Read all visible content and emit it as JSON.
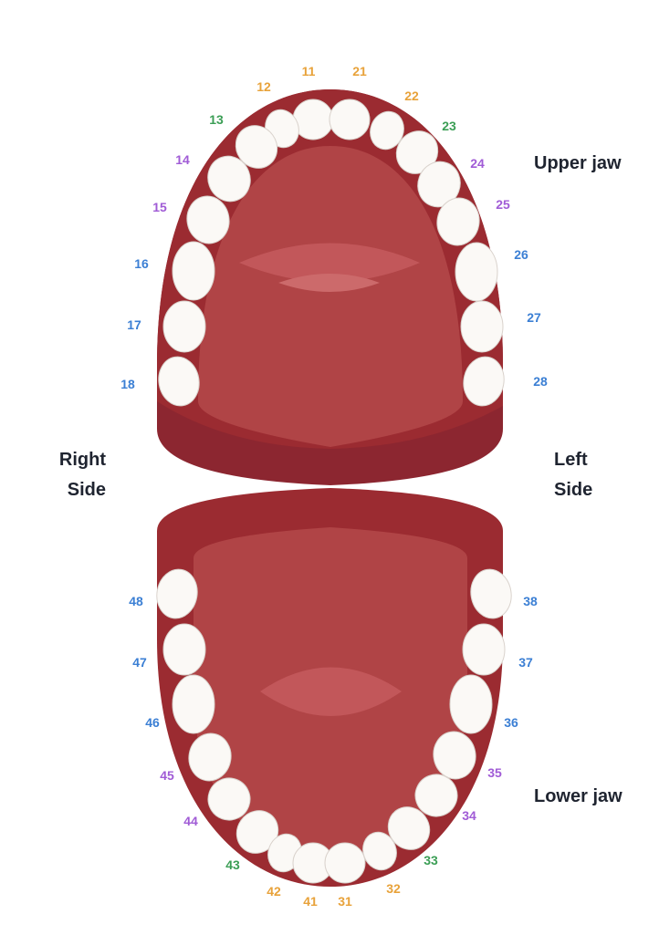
{
  "labels": {
    "upper_jaw": "Upper jaw",
    "lower_jaw": "Lower jaw",
    "right_side": [
      "Right",
      "Side"
    ],
    "left_side": [
      "Left",
      "Side"
    ]
  },
  "colors": {
    "gum": "#9b2b31",
    "gum_dark": "#8c2630",
    "palate": "#b04446",
    "palate_highlight": "#c2575a",
    "tooth": "#fbf9f6",
    "incisor": "#e8a23a",
    "canine": "#3b9e55",
    "premolar": "#a05bd6",
    "molar": "#3b7fd4"
  },
  "upper_teeth": [
    {
      "number": "11",
      "type": "incisor"
    },
    {
      "number": "21",
      "type": "incisor"
    },
    {
      "number": "12",
      "type": "incisor"
    },
    {
      "number": "22",
      "type": "incisor"
    },
    {
      "number": "13",
      "type": "canine"
    },
    {
      "number": "23",
      "type": "canine"
    },
    {
      "number": "14",
      "type": "premolar"
    },
    {
      "number": "24",
      "type": "premolar"
    },
    {
      "number": "15",
      "type": "premolar"
    },
    {
      "number": "25",
      "type": "premolar"
    },
    {
      "number": "16",
      "type": "molar"
    },
    {
      "number": "26",
      "type": "molar"
    },
    {
      "number": "17",
      "type": "molar"
    },
    {
      "number": "27",
      "type": "molar"
    },
    {
      "number": "18",
      "type": "molar"
    },
    {
      "number": "28",
      "type": "molar"
    }
  ],
  "lower_teeth": [
    {
      "number": "48",
      "type": "molar"
    },
    {
      "number": "38",
      "type": "molar"
    },
    {
      "number": "47",
      "type": "molar"
    },
    {
      "number": "37",
      "type": "molar"
    },
    {
      "number": "46",
      "type": "molar"
    },
    {
      "number": "36",
      "type": "molar"
    },
    {
      "number": "45",
      "type": "premolar"
    },
    {
      "number": "35",
      "type": "premolar"
    },
    {
      "number": "44",
      "type": "premolar"
    },
    {
      "number": "34",
      "type": "premolar"
    },
    {
      "number": "43",
      "type": "canine"
    },
    {
      "number": "33",
      "type": "canine"
    },
    {
      "number": "42",
      "type": "incisor"
    },
    {
      "number": "32",
      "type": "incisor"
    },
    {
      "number": "41",
      "type": "incisor"
    },
    {
      "number": "31",
      "type": "incisor"
    }
  ]
}
